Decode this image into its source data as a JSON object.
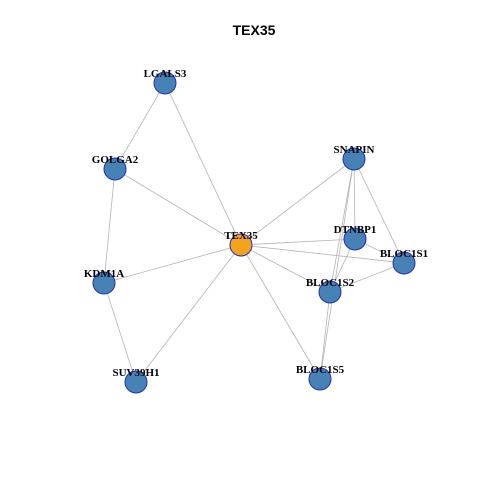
{
  "title": "TEX35",
  "colors": {
    "hub_fill": "#f5a31a",
    "node_fill": "#4682b4",
    "node_stroke": "#1f2fbf",
    "edge": "#b4b4b4"
  },
  "nodes": [
    {
      "id": "TEX35",
      "label": "TEX35",
      "hub": true
    },
    {
      "id": "LGALS3",
      "label": "LGALS3"
    },
    {
      "id": "GOLGA2",
      "label": "GOLGA2"
    },
    {
      "id": "KDM1A",
      "label": "KDM1A"
    },
    {
      "id": "SUV39H1",
      "label": "SUV39H1"
    },
    {
      "id": "SNAPIN",
      "label": "SNAPIN"
    },
    {
      "id": "DTNBP1",
      "label": "DTNBP1"
    },
    {
      "id": "BLOC1S1",
      "label": "BLOC1S1"
    },
    {
      "id": "BLOC1S2",
      "label": "BLOC1S2"
    },
    {
      "id": "BLOC1S5",
      "label": "BLOC1S5"
    }
  ],
  "edges": [
    [
      "TEX35",
      "LGALS3"
    ],
    [
      "TEX35",
      "GOLGA2"
    ],
    [
      "TEX35",
      "KDM1A"
    ],
    [
      "TEX35",
      "SUV39H1"
    ],
    [
      "TEX35",
      "SNAPIN"
    ],
    [
      "TEX35",
      "DTNBP1"
    ],
    [
      "TEX35",
      "BLOC1S1"
    ],
    [
      "TEX35",
      "BLOC1S2"
    ],
    [
      "TEX35",
      "BLOC1S5"
    ],
    [
      "LGALS3",
      "GOLGA2"
    ],
    [
      "GOLGA2",
      "KDM1A"
    ],
    [
      "KDM1A",
      "SUV39H1"
    ],
    [
      "SNAPIN",
      "DTNBP1"
    ],
    [
      "SNAPIN",
      "BLOC1S1"
    ],
    [
      "SNAPIN",
      "BLOC1S2"
    ],
    [
      "SNAPIN",
      "BLOC1S5"
    ],
    [
      "DTNBP1",
      "BLOC1S1"
    ],
    [
      "DTNBP1",
      "BLOC1S2"
    ],
    [
      "BLOC1S1",
      "BLOC1S2"
    ],
    [
      "BLOC1S2",
      "BLOC1S5"
    ]
  ]
}
